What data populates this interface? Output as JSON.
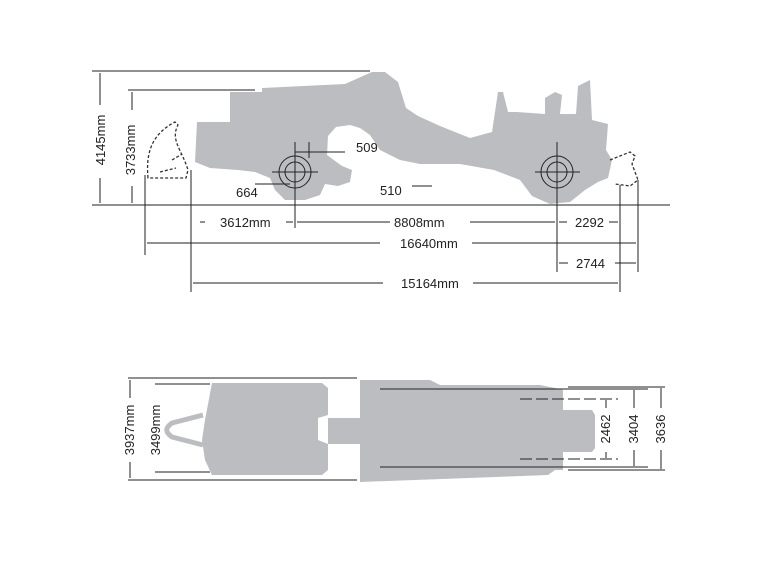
{
  "diagram": {
    "title": "",
    "side_view": {
      "dimensions": {
        "overall_height": "4145mm",
        "body_height": "3733mm",
        "axle_offset_509": "509",
        "wheel_radius_664": "664",
        "ground_clearance_510": "510",
        "front_overhang": "3612mm",
        "wheelbase": "8808mm",
        "rear_to_blade": "2292",
        "overall_length": "16640mm",
        "rear_overhang": "2744",
        "length_excl": "15164mm"
      }
    },
    "top_view": {
      "dimensions": {
        "overall_width": "3937mm",
        "bowl_width": "3499mm",
        "track_width": "2462",
        "tractor_width": "3404",
        "max_width": "3636"
      }
    },
    "colors": {
      "machine_fill": "#bcbdc0",
      "line": "#222222",
      "background": "#ffffff"
    }
  }
}
